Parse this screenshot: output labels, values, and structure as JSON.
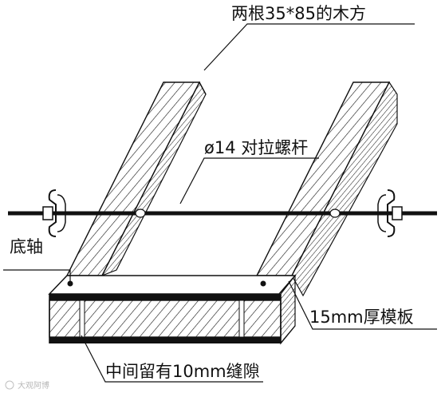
{
  "labels": {
    "top_wood": "两根35*85的木方",
    "rod": "ø14 对拉螺杆",
    "bottom_axis": "底轴",
    "formwork": "15mm厚模板",
    "gap": "中间留有10mm缝隙"
  },
  "watermark": "大观阿博",
  "colors": {
    "line": "#111111",
    "background": "#ffffff"
  }
}
